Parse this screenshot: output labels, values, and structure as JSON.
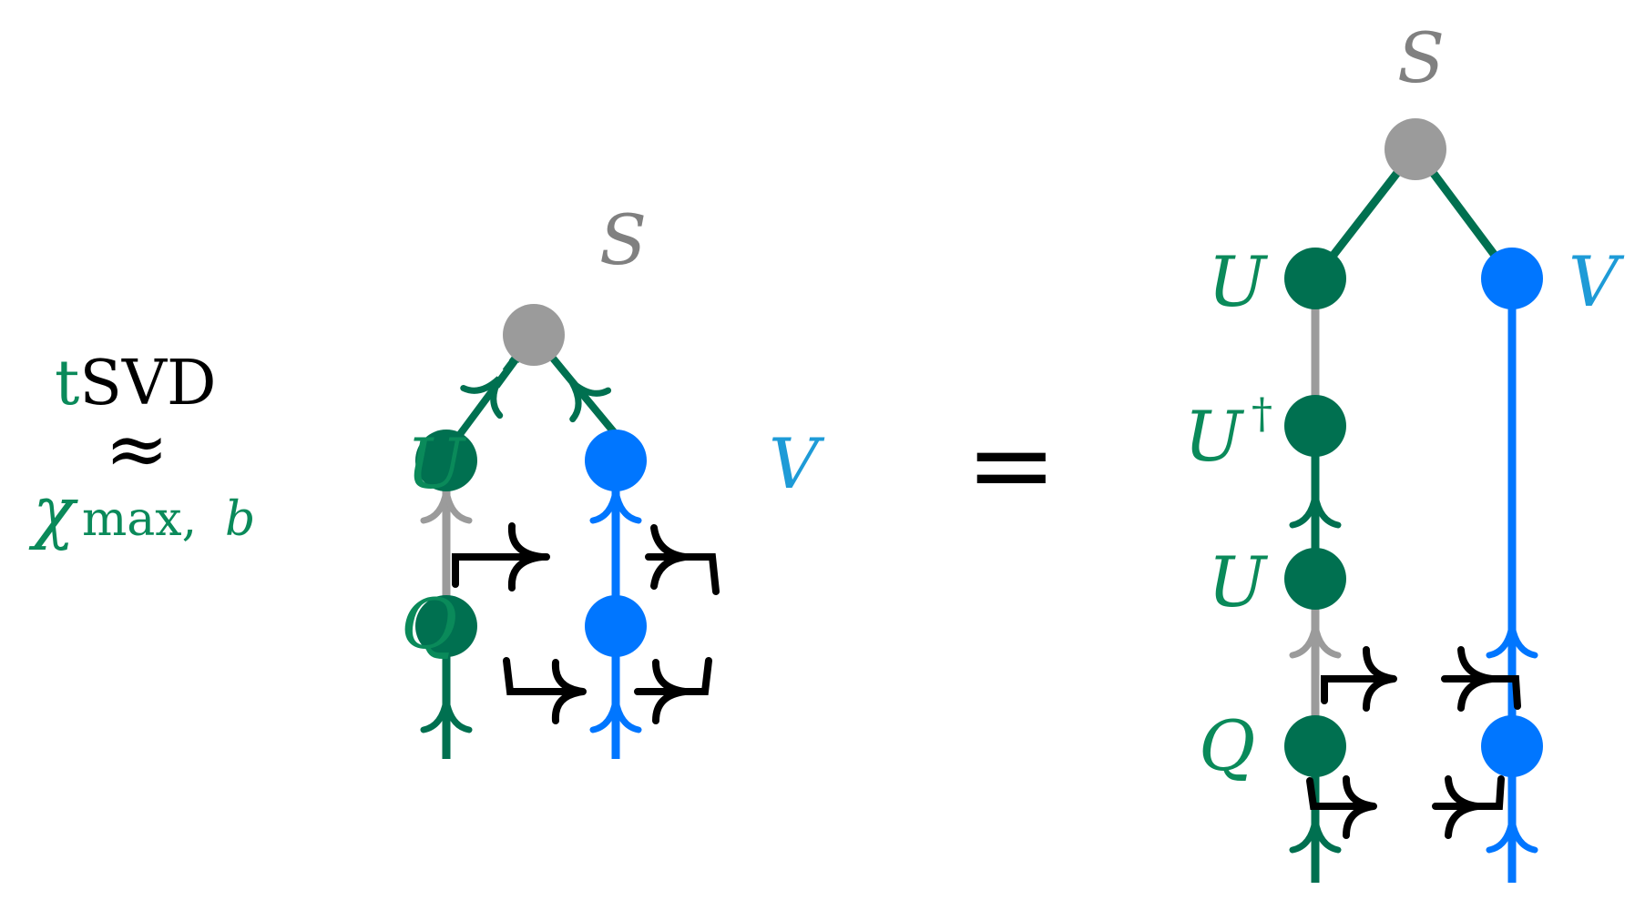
{
  "colors": {
    "green": "#007050",
    "blue": "#0076ff",
    "gray": "#9b9b9b",
    "black": "#000000",
    "label_gray": "#808080",
    "label_green": "#0a8a5a",
    "label_blue": "#1e9bd7"
  },
  "left_label": {
    "t": "t",
    "svd": "SVD",
    "approx": "≈",
    "chi": "χ",
    "sub": "max,",
    "sub_b": "b"
  },
  "equals": "=",
  "diagram_left": {
    "S": "S",
    "U": "U",
    "V": "V",
    "Q": "Q"
  },
  "diagram_right": {
    "S": "S",
    "U_top": "U",
    "V": "V",
    "U_dagger": "U",
    "dagger": "†",
    "U_mid": "U",
    "Q": "Q"
  }
}
